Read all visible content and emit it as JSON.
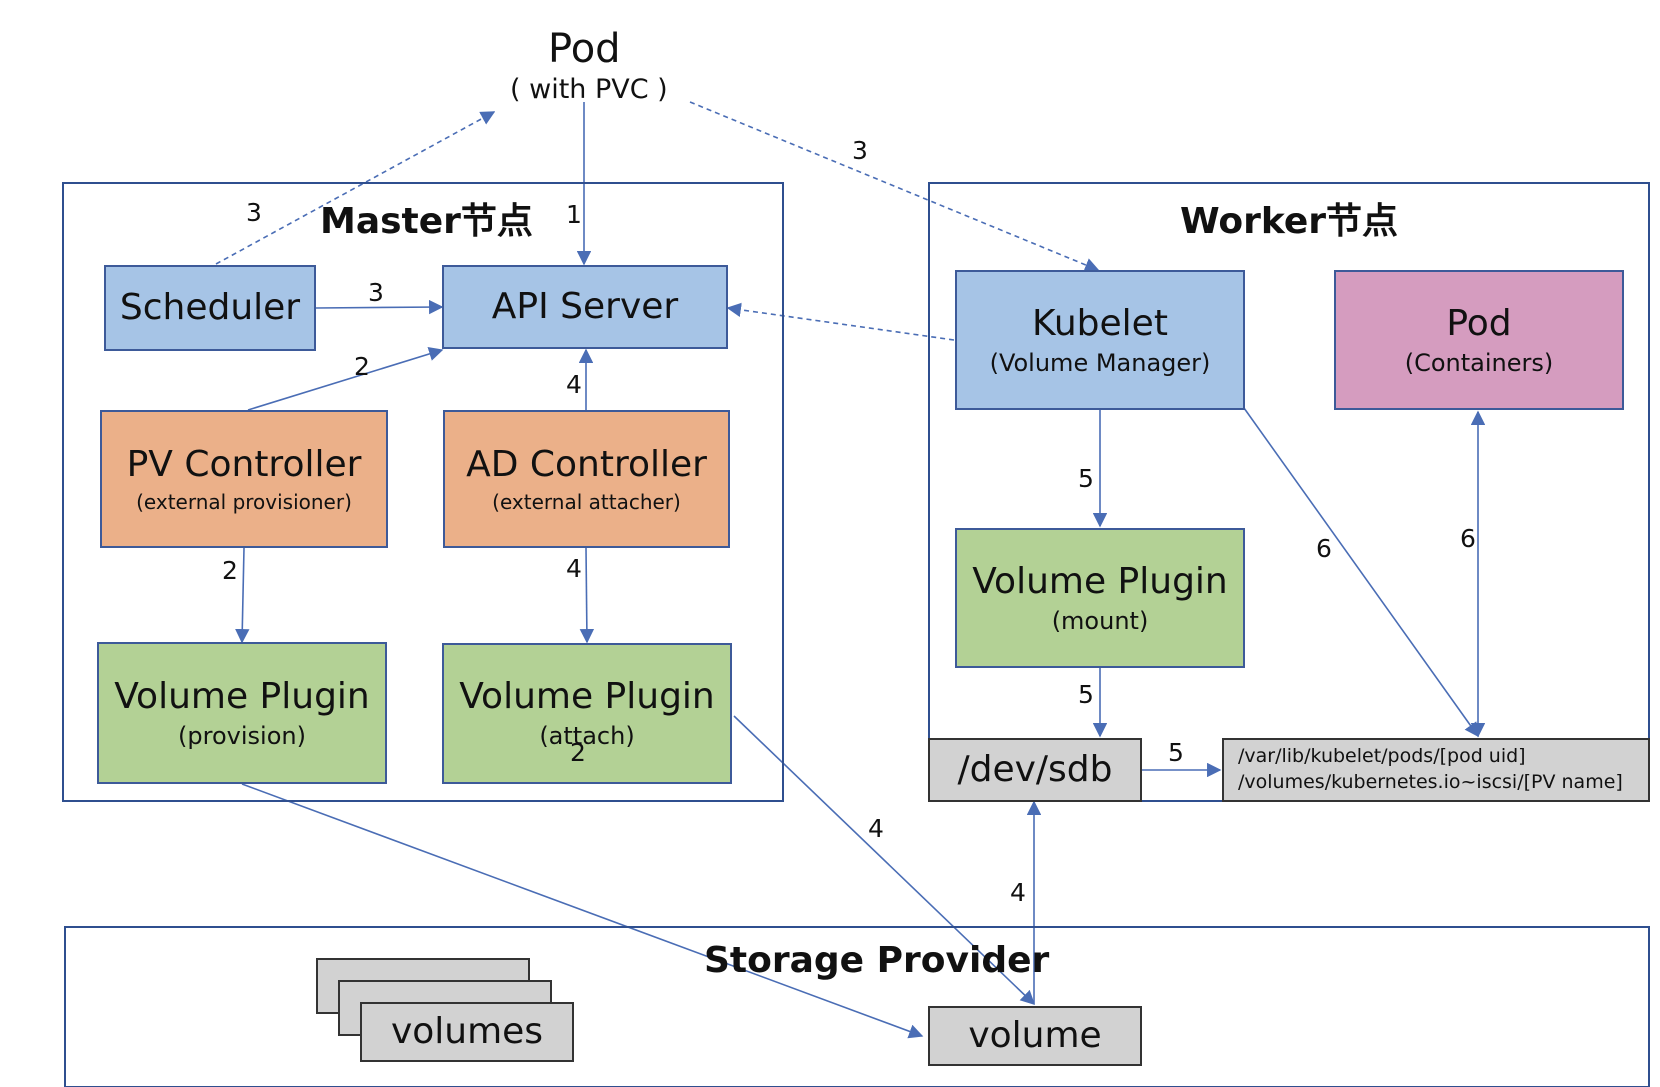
{
  "pod_top": {
    "title": "Pod",
    "subtitle": "( with PVC )"
  },
  "master": {
    "heading": "Master节点",
    "scheduler": "Scheduler",
    "api_server": "API Server",
    "pv_controller": {
      "title": "PV Controller",
      "subtitle": "(external provisioner)"
    },
    "ad_controller": {
      "title": "AD Controller",
      "subtitle": "(external attacher)"
    },
    "plugin_provision": {
      "title": "Volume Plugin",
      "subtitle": "(provision)"
    },
    "plugin_attach": {
      "title": "Volume Plugin",
      "subtitle": "(attach)"
    }
  },
  "worker": {
    "heading": "Worker节点",
    "kubelet": {
      "title": "Kubelet",
      "subtitle": "(Volume Manager)"
    },
    "pod": {
      "title": "Pod",
      "subtitle": "(Containers)"
    },
    "plugin_mount": {
      "title": "Volume Plugin",
      "subtitle": "(mount)"
    },
    "dev": "/dev/sdb",
    "path": {
      "line1": "/var/lib/kubelet/pods/[pod uid]",
      "line2": "/volumes/kubernetes.io~iscsi/[PV name]"
    }
  },
  "storage": {
    "heading": "Storage Provider",
    "volumes": "volumes",
    "volume": "volume"
  },
  "edge_labels": {
    "pod_to_api": "1",
    "scheduler_to_pod": "3",
    "scheduler_to_api": "3",
    "pod_to_kubelet": "3",
    "pv_to_api": "2",
    "pv_to_plugin": "2",
    "provision_to_volume": "2",
    "ad_to_api": "4",
    "ad_to_plugin": "4",
    "attach_to_volume": "4",
    "volume_to_dev": "4",
    "kubelet_to_mount": "5",
    "mount_to_dev": "5",
    "dev_to_path": "5",
    "kubelet_to_path": "6",
    "pod_to_path": "6"
  }
}
